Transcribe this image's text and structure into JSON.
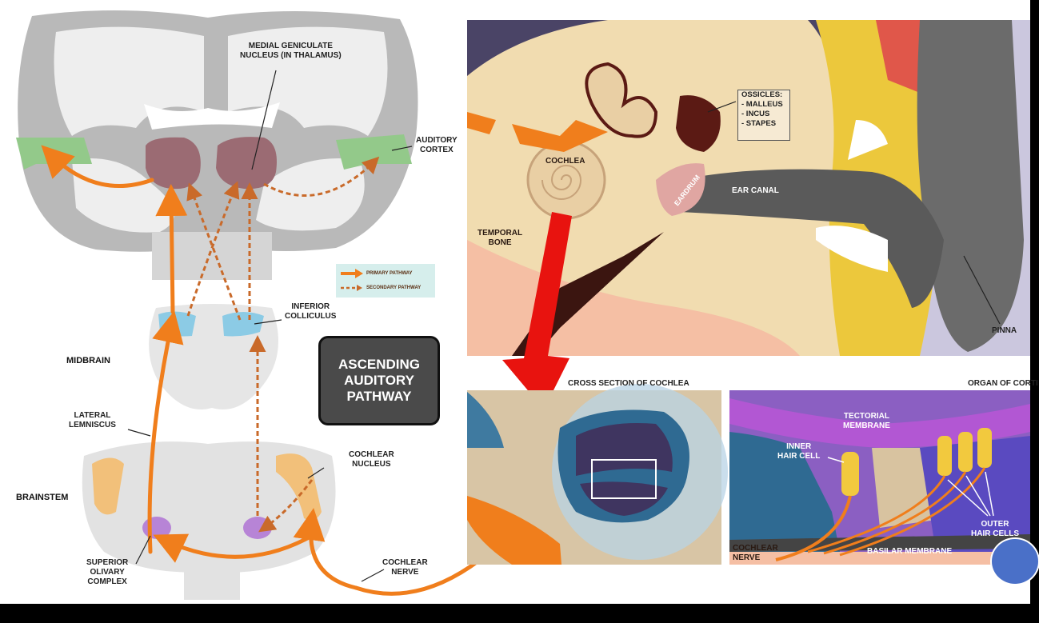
{
  "diagram": {
    "title": "ASCENDING\nAUDITORY\nPATHWAY",
    "legend": {
      "primary": "PRIMARY PATHWAY",
      "secondary": "SECONDARY PATHWAY"
    },
    "brain_labels": {
      "mgn": "MEDIAL GENICULATE\nNUCLEUS (IN THALAMUS)",
      "auditory_cortex": "AUDITORY\nCORTEX",
      "inferior_colliculus": "INFERIOR\nCOLLICULUS",
      "midbrain": "MIDBRAIN",
      "lateral_lemniscus": "LATERAL\nLEMNISCUS",
      "cochlear_nucleus": "COCHLEAR\nNUCLEUS",
      "brainstem": "BRAINSTEM",
      "superior_olivary": "SUPERIOR\nOLIVARY\nCOMPLEX",
      "cochlear_nerve": "COCHLEAR\nNERVE"
    },
    "ear_labels": {
      "ossicles": [
        "OSSICLES:",
        "- MALLEUS",
        "- INCUS",
        "- STAPES"
      ],
      "cochlea": "COCHLEA",
      "eardrum": "EARDRUM",
      "ear_canal": "EAR CANAL",
      "temporal_bone": "TEMPORAL\nBONE",
      "pinna": "PINNA"
    },
    "cochlea_section": {
      "title": "CROSS SECTION OF COCHLEA"
    },
    "corti": {
      "title": "ORGAN OF CORTI",
      "tectorial": "TECTORIAL\nMEMBRANE",
      "inner_hair": "INNER\nHAIR CELL",
      "outer_hair": "OUTER\nHAIR CELLS",
      "basilar": "BASILAR MEMBRANE",
      "cochlear_nerve": "COCHLEAR\nNERVE"
    },
    "colors": {
      "primary": "#f07e1c",
      "secondary": "#c96a2a",
      "brain_gray": "#c8c8c8",
      "mgn": "#9b6b73",
      "cortex": "#93c98a",
      "colliculus": "#8ccbe5",
      "olive": "#b784d6",
      "bone": "#f1dcb0",
      "skin": "#f5bfa4",
      "canal": "#5a5a5a",
      "cartilage": "#ecc83c",
      "red_arrow": "#e8130f"
    }
  }
}
